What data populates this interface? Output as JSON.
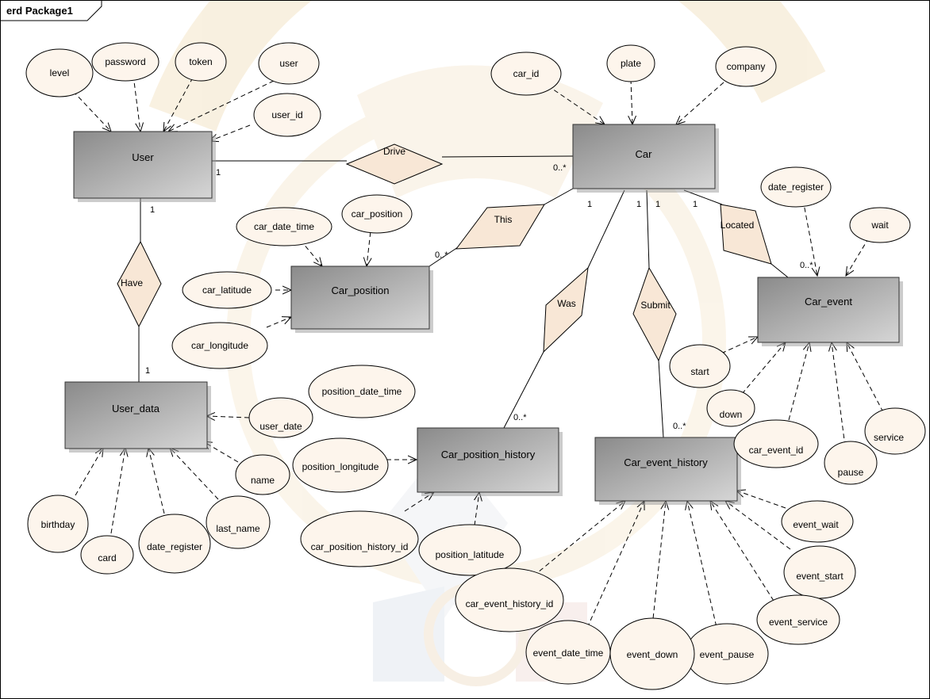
{
  "package": {
    "title": "erd Package1"
  },
  "colors": {
    "attribute_fill": "#fdf5ec",
    "relationship_fill": "#f8e7d6",
    "entity_dark": "#8a8a8a",
    "entity_light": "#d6d6d6",
    "watermark": "#f4e5c8"
  },
  "entities": [
    {
      "id": "user",
      "label": "User"
    },
    {
      "id": "user_data",
      "label": "User_data"
    },
    {
      "id": "car",
      "label": "Car"
    },
    {
      "id": "car_position",
      "label": "Car_position"
    },
    {
      "id": "car_position_history",
      "label": "Car_position_history"
    },
    {
      "id": "car_event",
      "label": "Car_event"
    },
    {
      "id": "car_event_history",
      "label": "Car_event_history"
    }
  ],
  "relationships": [
    {
      "id": "drive",
      "label": "Drive"
    },
    {
      "id": "have",
      "label": "Have"
    },
    {
      "id": "this",
      "label": "This"
    },
    {
      "id": "was",
      "label": "Was"
    },
    {
      "id": "submit",
      "label": "Submit"
    },
    {
      "id": "located",
      "label": "Located"
    }
  ],
  "attributes": [
    {
      "id": "level",
      "label": "level"
    },
    {
      "id": "password",
      "label": "password"
    },
    {
      "id": "token",
      "label": "token"
    },
    {
      "id": "user",
      "label": "user"
    },
    {
      "id": "user_id",
      "label": "user_id"
    },
    {
      "id": "car_id",
      "label": "car_id"
    },
    {
      "id": "plate",
      "label": "plate"
    },
    {
      "id": "company",
      "label": "company"
    },
    {
      "id": "date_register_ev",
      "label": "date_register"
    },
    {
      "id": "wait",
      "label": "wait"
    },
    {
      "id": "car_date_time",
      "label": "car_date_time"
    },
    {
      "id": "car_position",
      "label": "car_position"
    },
    {
      "id": "car_latitude",
      "label": "car_latitude"
    },
    {
      "id": "car_longitude",
      "label": "car_longitude"
    },
    {
      "id": "position_date_time",
      "label": "position_date_time"
    },
    {
      "id": "user_date",
      "label": "user_date"
    },
    {
      "id": "name",
      "label": "name"
    },
    {
      "id": "position_longitude",
      "label": "position_longitude"
    },
    {
      "id": "birthday",
      "label": "birthday"
    },
    {
      "id": "card",
      "label": "card"
    },
    {
      "id": "date_register",
      "label": "date_register"
    },
    {
      "id": "last_name",
      "label": "last_name"
    },
    {
      "id": "car_position_history_id",
      "label": "car_position_history_id"
    },
    {
      "id": "position_latitude",
      "label": "position_latitude"
    },
    {
      "id": "start",
      "label": "start"
    },
    {
      "id": "down",
      "label": "down"
    },
    {
      "id": "car_event_id",
      "label": "car_event_id"
    },
    {
      "id": "pause",
      "label": "pause"
    },
    {
      "id": "service",
      "label": "service"
    },
    {
      "id": "event_wait",
      "label": "event_wait"
    },
    {
      "id": "event_start",
      "label": "event_start"
    },
    {
      "id": "event_service",
      "label": "event_service"
    },
    {
      "id": "event_pause",
      "label": "event_pause"
    },
    {
      "id": "event_down",
      "label": "event_down"
    },
    {
      "id": "event_date_time",
      "label": "event_date_time"
    },
    {
      "id": "car_event_history_id",
      "label": "car_event_history_id"
    }
  ],
  "cardinalities": [
    {
      "id": "user_drive",
      "label": "1"
    },
    {
      "id": "car_drive",
      "label": "0..*"
    },
    {
      "id": "user_have",
      "label": "1"
    },
    {
      "id": "userdata_have",
      "label": "1"
    },
    {
      "id": "car_this",
      "label": "1"
    },
    {
      "id": "pos_this",
      "label": "0..*"
    },
    {
      "id": "car_was",
      "label": "1"
    },
    {
      "id": "car_submit",
      "label": "1"
    },
    {
      "id": "car_located",
      "label": "1"
    },
    {
      "id": "ev_located",
      "label": "0..*"
    },
    {
      "id": "poshist_was",
      "label": "0..*"
    },
    {
      "id": "evhist_submit",
      "label": "0..*"
    }
  ]
}
